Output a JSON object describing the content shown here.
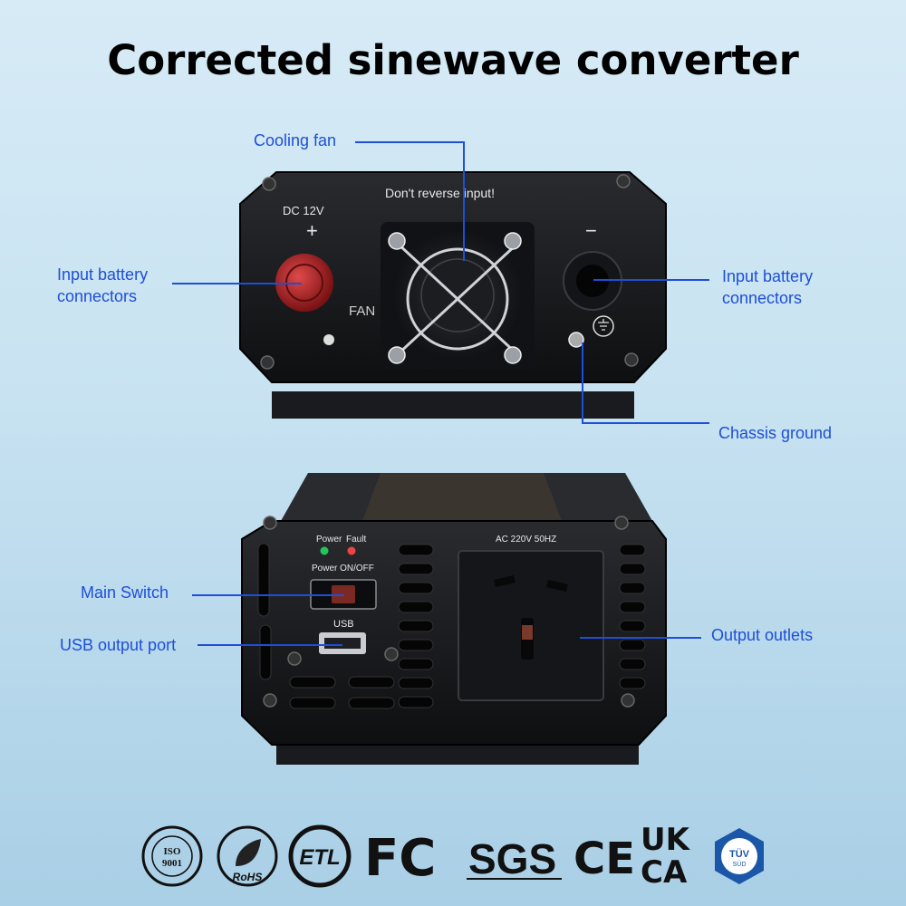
{
  "title": "Corrected sinewave converter",
  "labels": {
    "cooling_fan": "Cooling fan",
    "input_left_1": "Input battery",
    "input_left_2": "connectors",
    "input_right_1": "Input battery",
    "input_right_2": "connectors",
    "chassis_ground": "Chassis ground",
    "main_switch": "Main Switch",
    "usb_output": "USB output port",
    "output_outlets": "Output outlets"
  },
  "panel_top": {
    "dc": "DC 12V",
    "plus": "+",
    "minus": "−",
    "warning": "Don't reverse input!",
    "fan": "FAN"
  },
  "panel_bottom": {
    "power": "Power",
    "fault": "Fault",
    "power_onoff": "Power ON/OFF",
    "usb": "USB",
    "ac": "AC 220V 50HZ"
  },
  "certs": [
    "ISO 9001",
    "RoHS",
    "ETL",
    "FC",
    "SGS",
    "CE",
    "UK CA",
    "TÜV SÜD"
  ],
  "colors": {
    "callout": "#1d4fd8",
    "body": "#151619",
    "led_power": "#22c55e",
    "led_fault": "#ef4444"
  }
}
